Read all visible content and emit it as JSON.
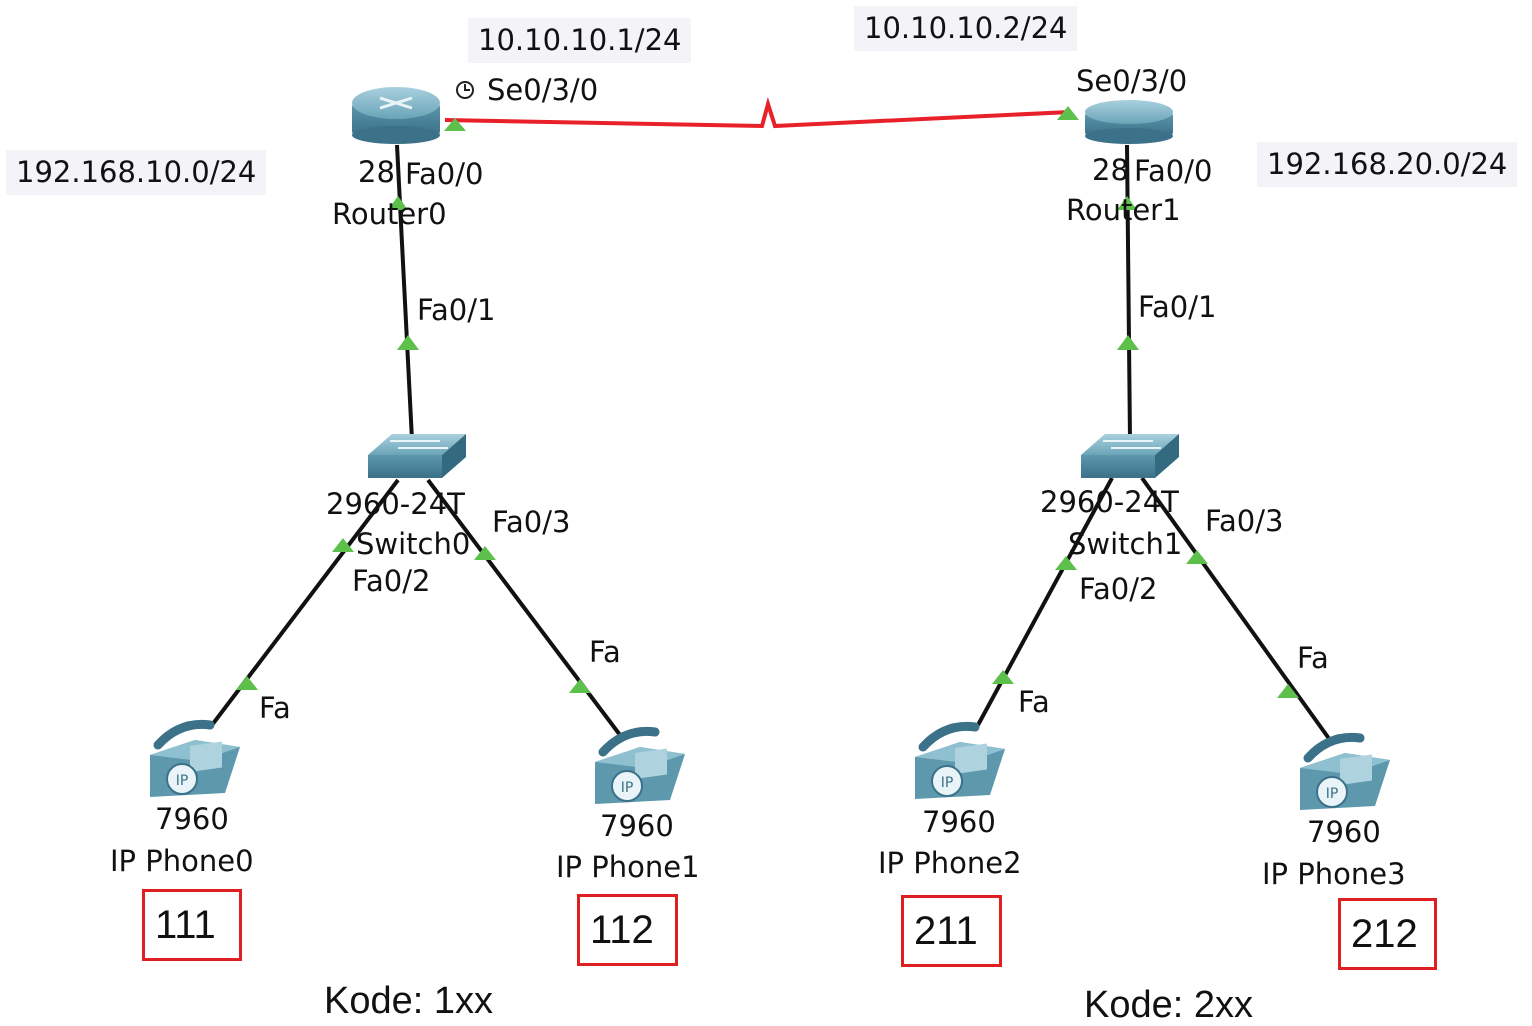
{
  "networks": {
    "r0_serial_ip": "10.10.10.1/24",
    "r1_serial_ip": "10.10.10.2/24",
    "lan0": "192.168.10.0/24",
    "lan1": "192.168.20.0/24"
  },
  "router0": {
    "model": "28",
    "name": "Router0",
    "serial_port": "Se0/3/0",
    "fa00": "Fa0/0",
    "clock_icon": "clock-icon"
  },
  "router1": {
    "model": "28",
    "name": "Router1",
    "serial_port": "Se0/3/0",
    "fa00": "Fa0/0"
  },
  "switch0": {
    "model": "2960-24T",
    "name": "Switch0",
    "uplink": "Fa0/1",
    "port2": "Fa0/2",
    "port3": "Fa0/3"
  },
  "switch1": {
    "model": "2960-24T",
    "name": "Switch1",
    "uplink": "Fa0/1",
    "port2": "Fa0/2",
    "port3": "Fa0/3"
  },
  "phones": [
    {
      "model": "7960",
      "name": "IP Phone0",
      "port": "Fa",
      "code": "111"
    },
    {
      "model": "7960",
      "name": "IP Phone1",
      "port": "Fa",
      "code": "112"
    },
    {
      "model": "7960",
      "name": "IP Phone2",
      "port": "Fa",
      "code": "211"
    },
    {
      "model": "7960",
      "name": "IP Phone3",
      "port": "Fa",
      "code": "212"
    }
  ],
  "kode": {
    "left": "Kode: 1xx",
    "right": "Kode: 2xx"
  },
  "colors": {
    "serial_link": "#e8202a",
    "ethernet_link": "#111111",
    "port_up": "#5cc04a",
    "device_blue": "#4f8fa6",
    "code_box": "#e02020"
  },
  "icons": [
    "router-icon",
    "switch-icon",
    "ip-phone-icon",
    "clock-icon"
  ]
}
